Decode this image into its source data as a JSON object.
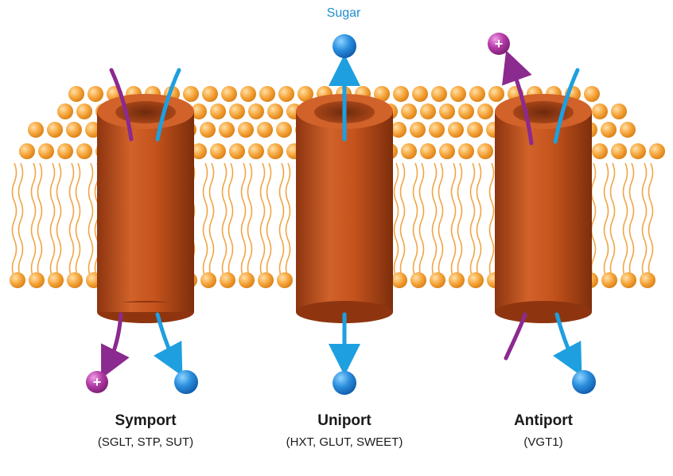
{
  "sugar_label": "Sugar",
  "ion_symbol": "+",
  "transporters": [
    {
      "name": "Symport",
      "examples": "(SGLT, STP, SUT)"
    },
    {
      "name": "Uniport",
      "examples": "(HXT, GLUT, SWEET)"
    },
    {
      "name": "Antiport",
      "examples": "(VGT1)"
    }
  ],
  "colors": {
    "lipid_head": "#f5a43a",
    "channel": "#c4531c",
    "sugar_arrow": "#1e9fe0",
    "ion_arrow": "#8b2a8f",
    "sugar_ball": "#1e88d8",
    "ion_ball": "#b53aa8"
  }
}
